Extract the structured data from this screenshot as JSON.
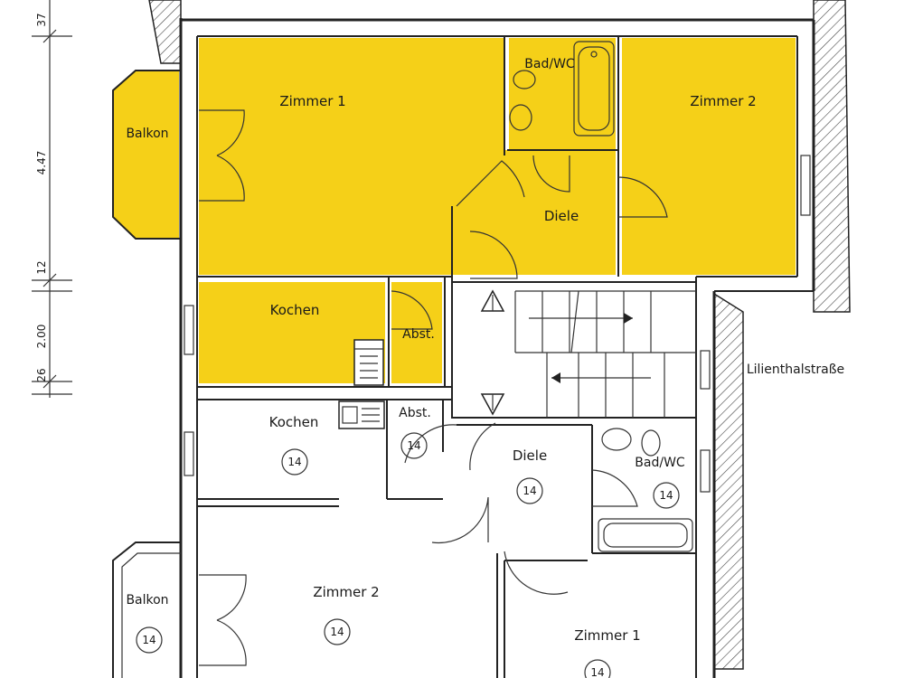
{
  "colors": {
    "highlight": "#f5d018",
    "wall": "#222222",
    "paper": "#ffffff"
  },
  "dimensions": [
    "37",
    "4.47",
    "12",
    "2.00",
    "26"
  ],
  "upper_unit": {
    "room_1": "Zimmer 1",
    "room_2": "Zimmer 2",
    "bath": "Bad/WC",
    "balcony": "Balkon",
    "hall": "Diele",
    "kitchen": "Kochen",
    "storage": "Abst."
  },
  "street": "Lilienthalstraße",
  "lower_unit": {
    "kitchen": "Kochen",
    "storage": "Abst.",
    "hall": "Diele",
    "bath": "Bad/WC",
    "room_2": "Zimmer 2",
    "room_1": "Zimmer 1",
    "balcony": "Balkon",
    "tag": "14"
  }
}
